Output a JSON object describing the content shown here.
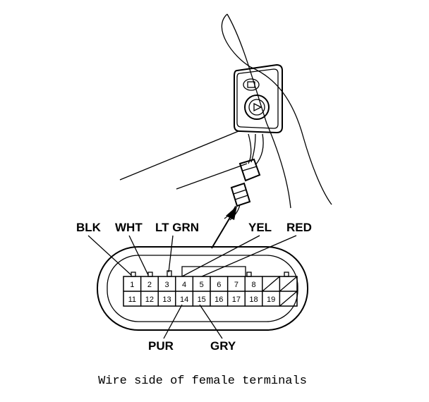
{
  "wire_labels": {
    "blk": "BLK",
    "wht": "WHT",
    "lt_grn": "LT GRN",
    "yel": "YEL",
    "red": "RED",
    "pur": "PUR",
    "gry": "GRY"
  },
  "connector": {
    "top_row": [
      "1",
      "2",
      "3",
      "4",
      "5",
      "6",
      "7",
      "8"
    ],
    "bottom_row": [
      "11",
      "12",
      "13",
      "14",
      "15",
      "16",
      "17",
      "18",
      "19"
    ]
  },
  "caption": "Wire side of female terminals"
}
